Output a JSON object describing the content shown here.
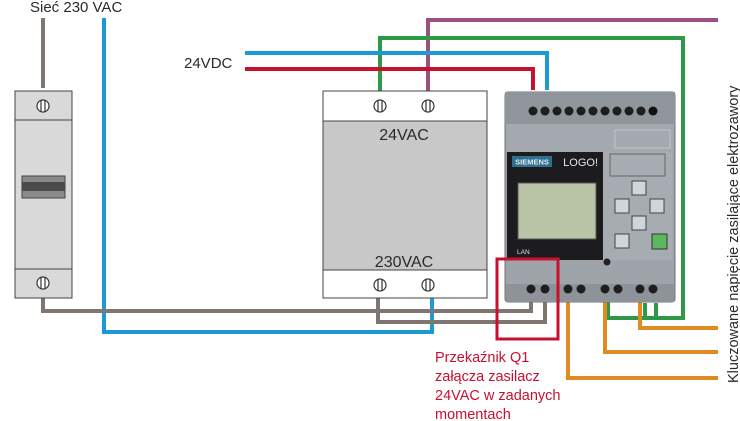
{
  "labels": {
    "mains": "Sieć 230 VAC",
    "dc_supply": "24VDC",
    "psu_top": "24VAC",
    "psu_bottom": "230VAC",
    "switched_voltage": "Kluczowane napięcie zasilające elektrozawory",
    "relay_note": [
      "Przekaźnik Q1",
      "załącza zasilacz",
      "24VAC w zadanych",
      "momentach"
    ]
  },
  "plc": {
    "brand": "SIEMENS",
    "model": "LOGO!",
    "lan": "LAN"
  },
  "colors": {
    "wire_gray": "#7f7672",
    "wire_blue": "#1b9ad6",
    "wire_red": "#c8102e",
    "wire_green": "#2e9a47",
    "wire_purple": "#9b4f82",
    "wire_orange": "#e08a22",
    "note_red": "#c8102e",
    "breaker_body": "#d9d9d9",
    "psu_body": "#c8c8c8",
    "plc_body": "#9aa0a6",
    "lcd": "#b9c4a6",
    "plc_green_key": "#5cb85c"
  }
}
